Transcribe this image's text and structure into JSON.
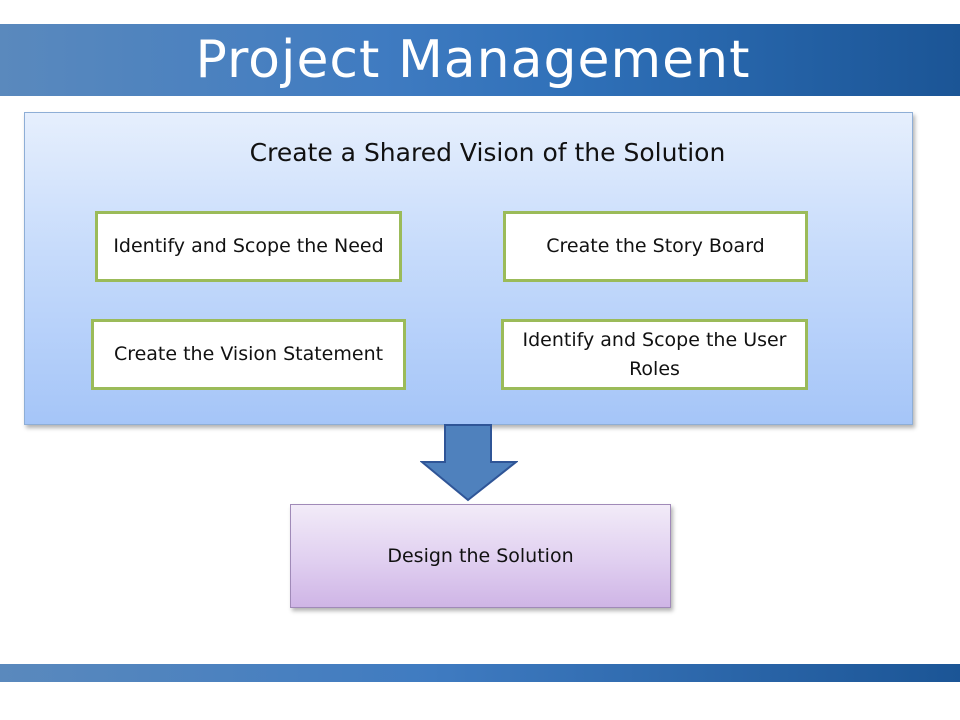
{
  "slide": {
    "title": "Project Management"
  },
  "vision": {
    "heading": "Create a Shared Vision of the Solution",
    "steps": [
      "Identify and Scope the Need",
      "Create the Story Board",
      "Create the  Vision Statement",
      "Identify and Scope the User Roles"
    ]
  },
  "next": {
    "label": "Design the Solution"
  },
  "colors": {
    "title_band": "#3f7bc1",
    "step_border": "#9bbb59",
    "arrow_fill": "#4f81bd",
    "arrow_stroke": "#2f5597",
    "vision_panel": "#c6dbfb",
    "design_box": "#e0cff0"
  },
  "icons": {
    "flow_arrow": "down-arrow"
  }
}
